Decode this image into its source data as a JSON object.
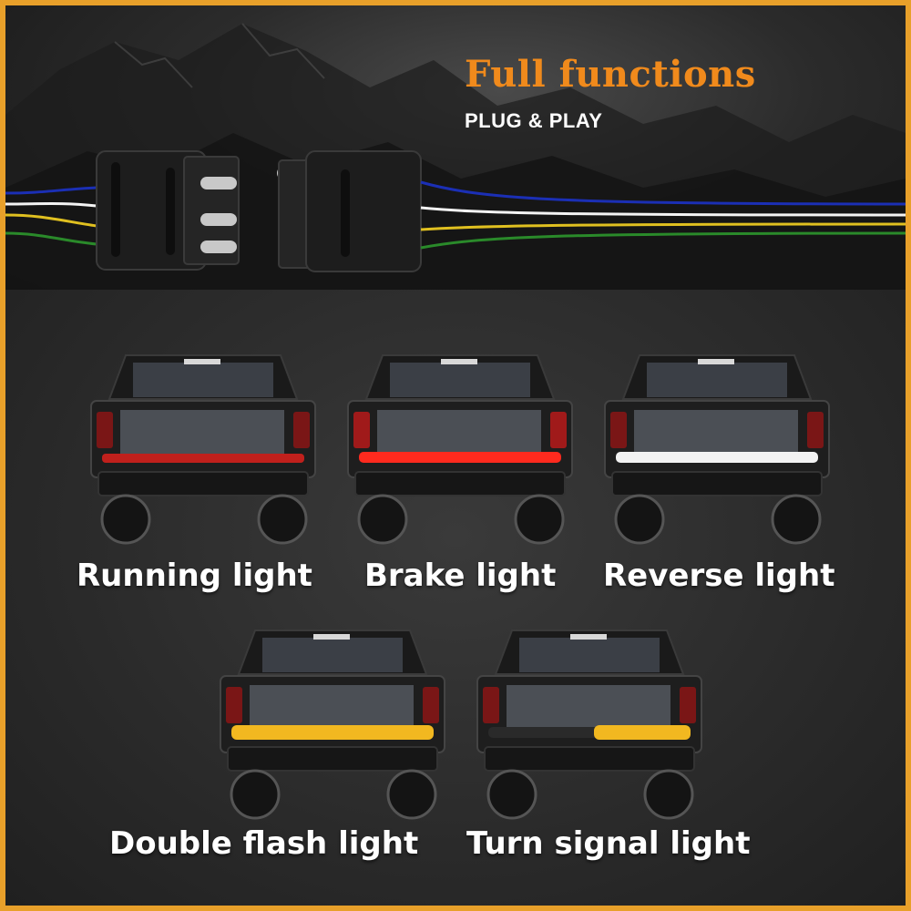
{
  "header": {
    "title": "Full functions",
    "subtitle": "PLUG & PLAY"
  },
  "colors": {
    "frame": "#e8a02a",
    "title": "#f08a1c",
    "running": "#c0201c",
    "brake": "#ff2a1e",
    "reverse": "#f2f2f2",
    "amber": "#f2b820",
    "wire_blue": "#1b2fb5",
    "wire_white": "#f4f4f4",
    "wire_yellow": "#e0c020",
    "wire_green": "#2a8a2a"
  },
  "modes": [
    {
      "label": "Running light",
      "bar": "running",
      "icon": "pickup-truck-rear-icon"
    },
    {
      "label": "Brake light",
      "bar": "brake",
      "icon": "pickup-truck-rear-icon"
    },
    {
      "label": "Reverse light",
      "bar": "reverse",
      "icon": "pickup-truck-rear-icon"
    },
    {
      "label": "Double flash light",
      "bar": "double",
      "icon": "pickup-truck-rear-icon"
    },
    {
      "label": "Turn signal light",
      "bar": "turn",
      "icon": "pickup-truck-rear-icon"
    }
  ]
}
